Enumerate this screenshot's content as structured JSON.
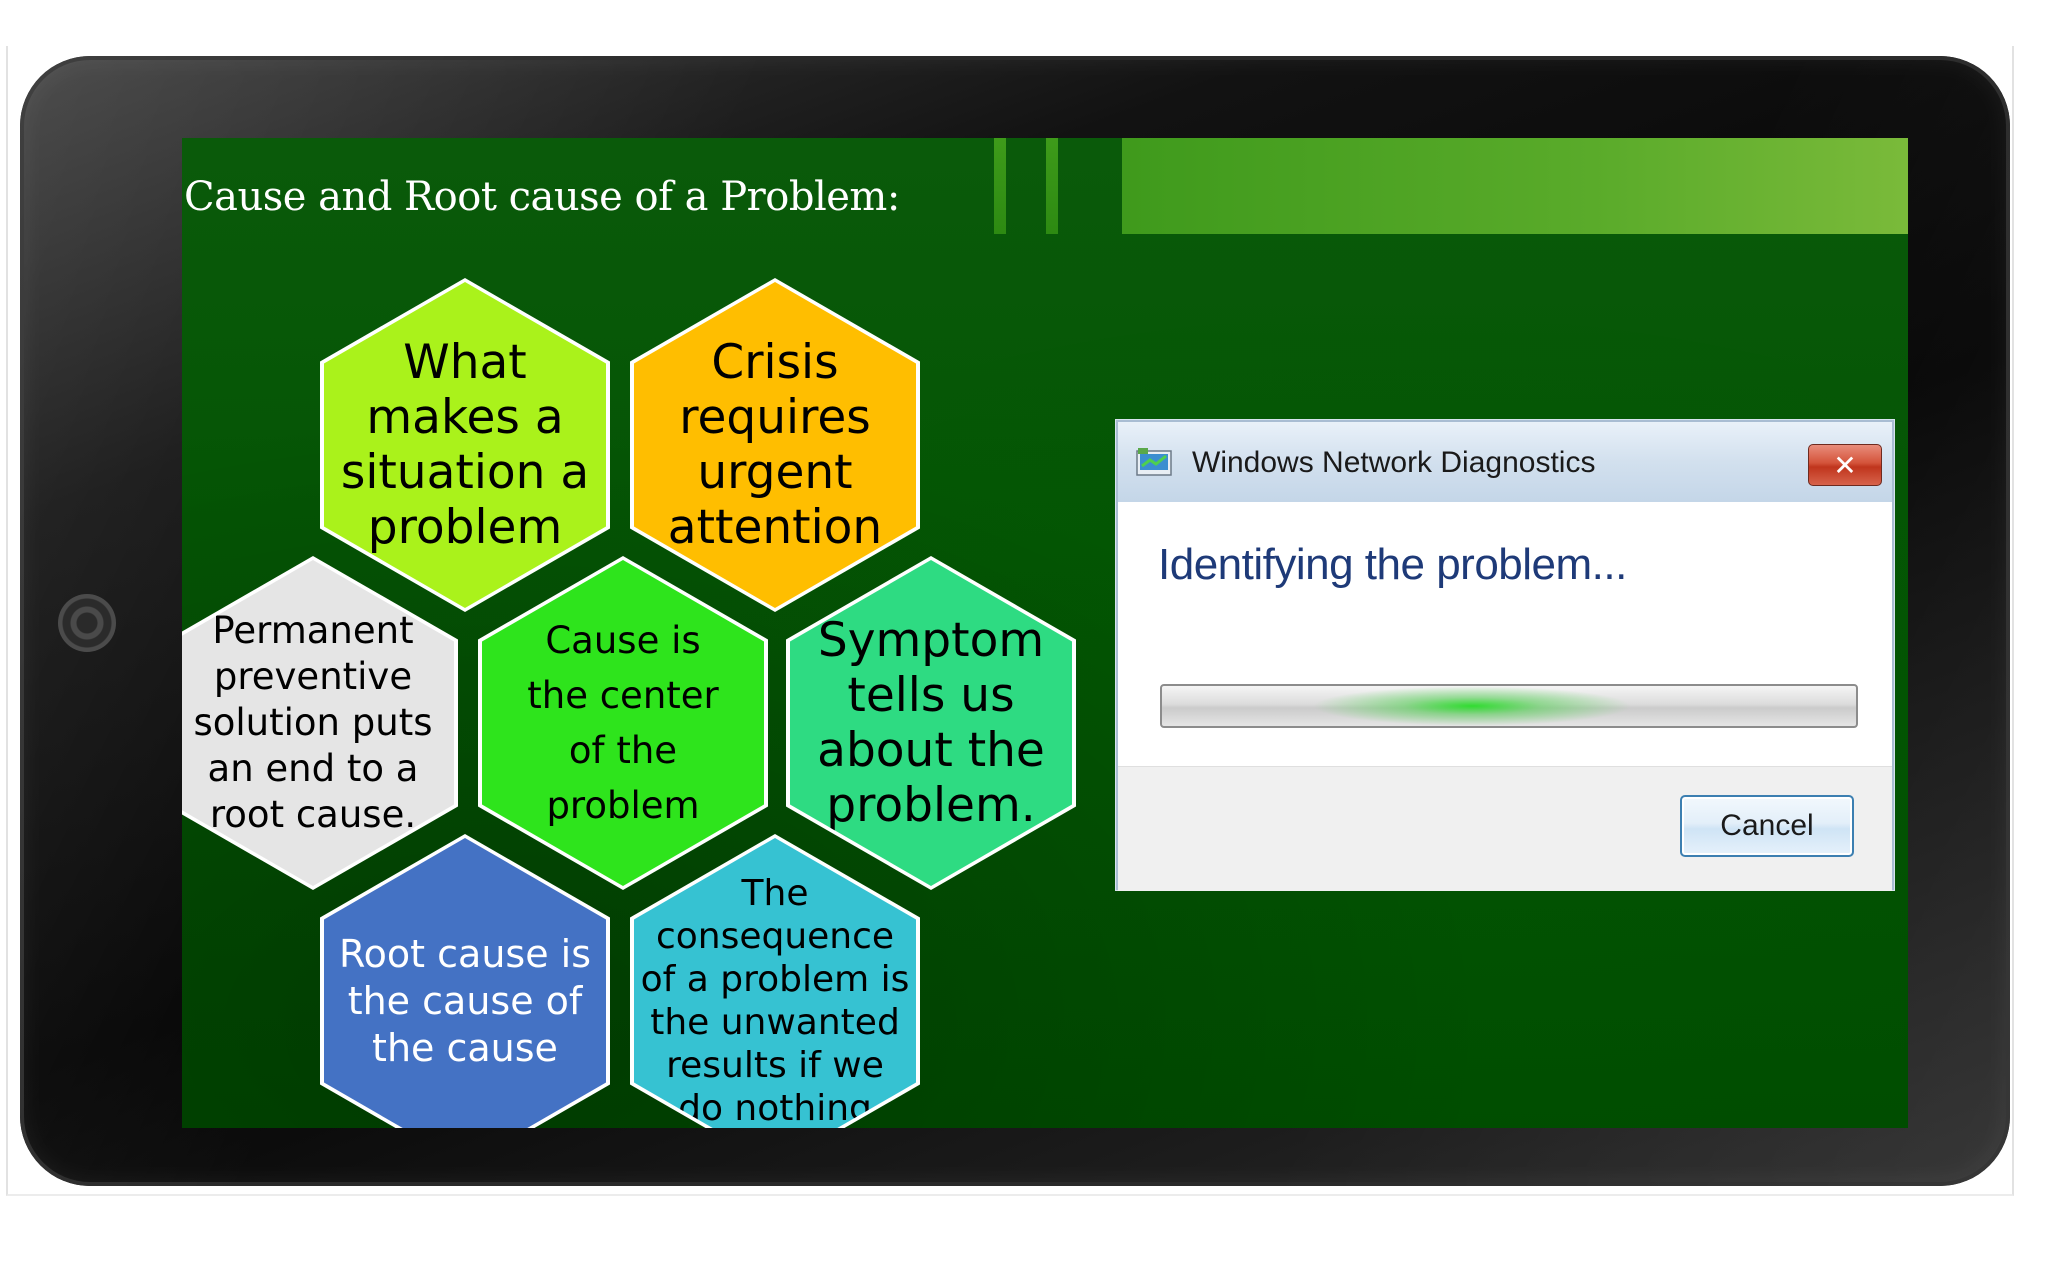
{
  "slide": {
    "title": "Cause and Root cause of a Problem:"
  },
  "hexagons": [
    {
      "text": "What makes a situation a problem",
      "color": "#aaf21b"
    },
    {
      "text": "Crisis requires urgent attention",
      "color": "#ffbe00"
    },
    {
      "text": "Permanent preventive solution puts an end to a root cause.",
      "color": "#e5e5e5"
    },
    {
      "text": "Cause is the center of the problem",
      "color": "#2ee41c"
    },
    {
      "text": "Symptom tells us about the problem.",
      "color": "#2edb82"
    },
    {
      "text": "Root cause is the cause of the cause",
      "color": "#4472c4"
    },
    {
      "text": "The consequence of a problem is the unwanted results if we do nothing",
      "color": "#36c2d2"
    }
  ],
  "dialog": {
    "title": "Windows Network Diagnostics",
    "close_label": "✕",
    "heading": "Identifying the problem...",
    "progress_state": "indeterminate",
    "cancel_label": "Cancel"
  },
  "colors": {
    "screen_bg": "#045504",
    "top_band": "#5aab2a",
    "bezel": "#0a0a0a",
    "dialog_heading": "#1e3a78"
  }
}
